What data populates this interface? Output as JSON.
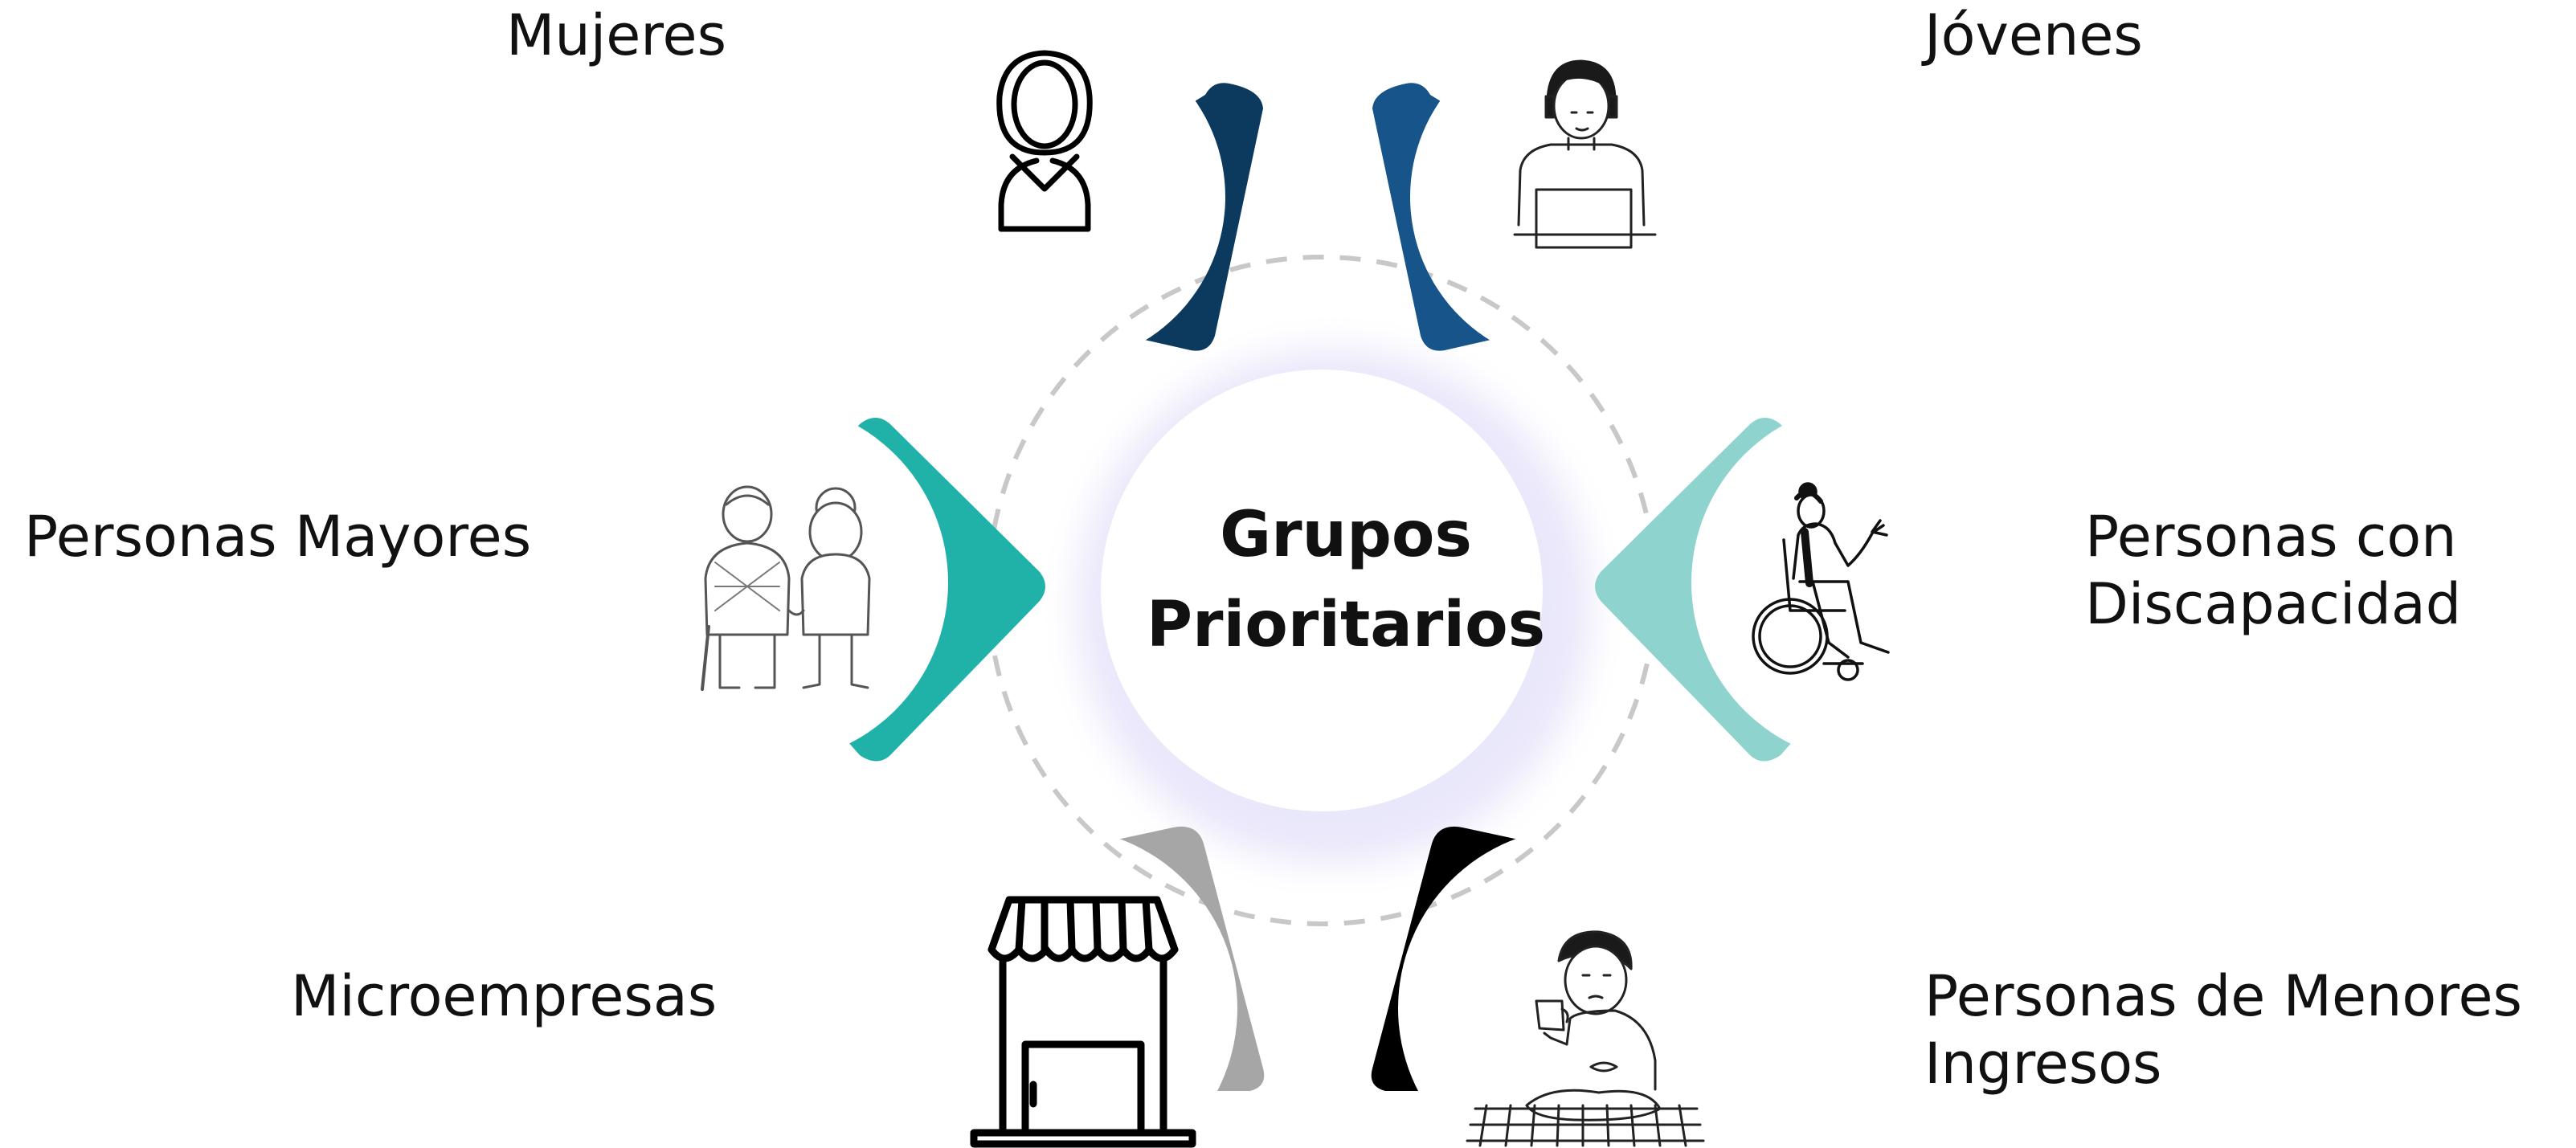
{
  "diagram": {
    "center": {
      "title_lines": [
        "Grupos",
        "Prioritarios"
      ]
    },
    "groups": [
      {
        "key": "women",
        "lines": [
          "Mujeres"
        ],
        "color": "#0b3a5e",
        "icon": "woman-icon"
      },
      {
        "key": "youth",
        "lines": [
          "Jóvenes"
        ],
        "color": "#16548a",
        "icon": "young-person-laptop-icon"
      },
      {
        "key": "elderly",
        "lines": [
          "Personas Mayores"
        ],
        "color": "#20b2a8",
        "icon": "elderly-couple-icon"
      },
      {
        "key": "disability",
        "lines": [
          "Personas con",
          "Discapacidad"
        ],
        "color": "#8fd3cf",
        "icon": "wheelchair-user-icon"
      },
      {
        "key": "microbiz",
        "lines": [
          "Microempresas"
        ],
        "color": "#a6a6a6",
        "icon": "storefront-icon"
      },
      {
        "key": "lowincome",
        "lines": [
          "Personas de Menores",
          "Ingresos"
        ],
        "color": "#000000",
        "icon": "child-low-income-icon"
      }
    ]
  }
}
